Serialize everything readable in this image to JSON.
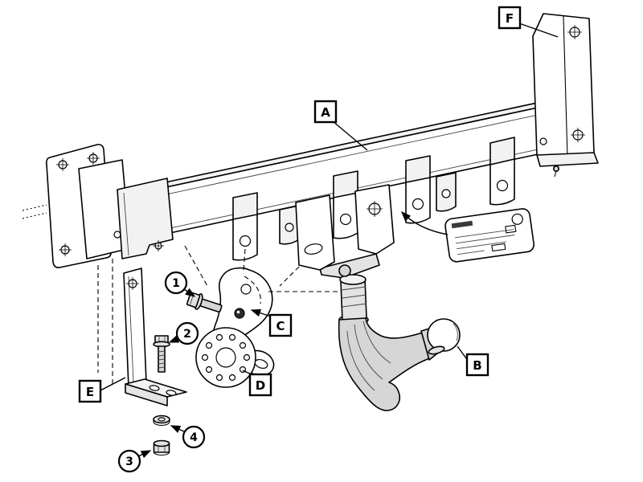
{
  "callouts": {
    "A": {
      "label": "A"
    },
    "B": {
      "label": "B"
    },
    "C": {
      "label": "C"
    },
    "D": {
      "label": "D"
    },
    "E": {
      "label": "E"
    },
    "F": {
      "label": "F"
    }
  },
  "fasteners": {
    "1": {
      "label": "1"
    },
    "2": {
      "label": "2"
    },
    "3": {
      "label": "3"
    },
    "4": {
      "label": "4"
    }
  }
}
